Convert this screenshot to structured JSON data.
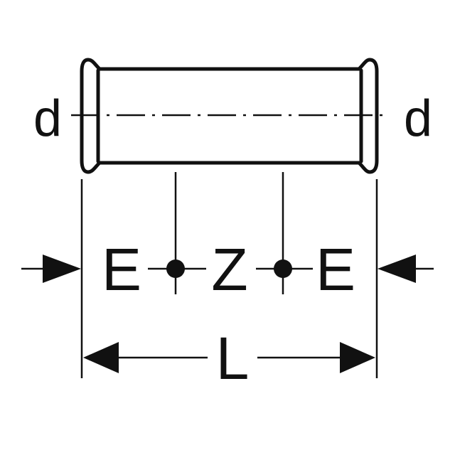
{
  "labels": {
    "diameter_left": "d",
    "diameter_right": "d",
    "end_left": "E",
    "center": "Z",
    "end_right": "E",
    "length": "L"
  },
  "colors": {
    "ink": "#111111",
    "background": "#ffffff"
  }
}
